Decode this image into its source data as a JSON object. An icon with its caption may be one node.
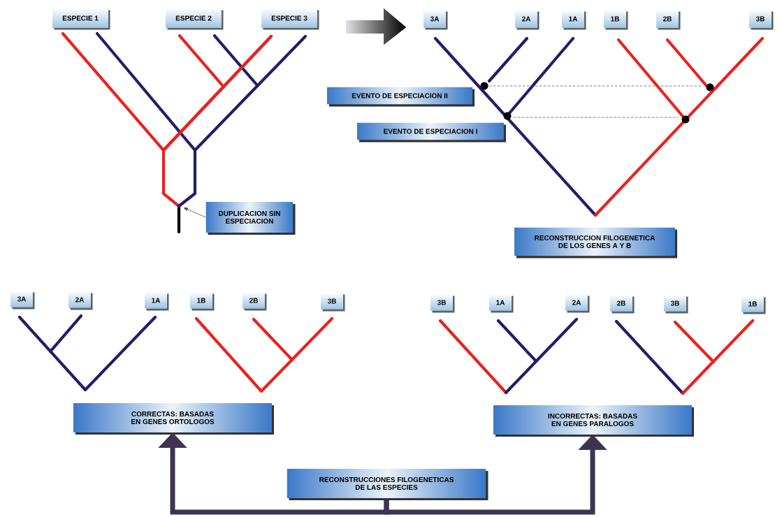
{
  "diagram": {
    "nodes": [
      {
        "text": [
          "ESPECIE 1"
        ]
      },
      {
        "text": [
          "ESPECIE 2"
        ]
      },
      {
        "text": [
          "ESPECIE 3"
        ]
      },
      {
        "text": [
          "3A"
        ]
      },
      {
        "text": [
          "2A"
        ]
      },
      {
        "text": [
          "1A"
        ]
      },
      {
        "text": [
          "1B"
        ]
      },
      {
        "text": [
          "2B"
        ]
      },
      {
        "text": [
          "3B"
        ]
      },
      {
        "text": [
          "EVENTO DE ESPECIACION II"
        ]
      },
      {
        "text": [
          "EVENTO DE ESPECIACION I"
        ]
      },
      {
        "text": [
          "DUPLICACION SIN ESPECIACION"
        ]
      },
      {
        "text": [
          "RECONSTRUCCION FILOGENETICA DE LOS GENES A Y B"
        ]
      },
      {
        "text": [
          "3A"
        ]
      },
      {
        "text": [
          "2A"
        ]
      },
      {
        "text": [
          "1A"
        ]
      },
      {
        "text": [
          "1B"
        ]
      },
      {
        "text": [
          "2B"
        ]
      },
      {
        "text": [
          "3B"
        ]
      },
      {
        "text": [
          "3B"
        ]
      },
      {
        "text": [
          "1A"
        ]
      },
      {
        "text": [
          "2A"
        ]
      },
      {
        "text": [
          "2B"
        ]
      },
      {
        "text": [
          "3B"
        ]
      },
      {
        "text": [
          "1B"
        ]
      },
      {
        "text": [
          "CORRECTAS: BASADAS EN GENES ORTOLOGOS"
        ]
      },
      {
        "text": [
          "INCORRECTAS: BASADAS EN GENES PARALOGOS"
        ]
      },
      {
        "text": [
          "RECONSTRUCCIONES FILOGENETICAS DE LAS ESPECIES"
        ]
      }
    ],
    "edges": [
      {
        "from": 11,
        "to": null,
        "arrow": "to"
      },
      {
        "from": 27,
        "to": 25,
        "arrow": "to"
      },
      {
        "from": 27,
        "to": 26,
        "arrow": "to"
      }
    ]
  }
}
